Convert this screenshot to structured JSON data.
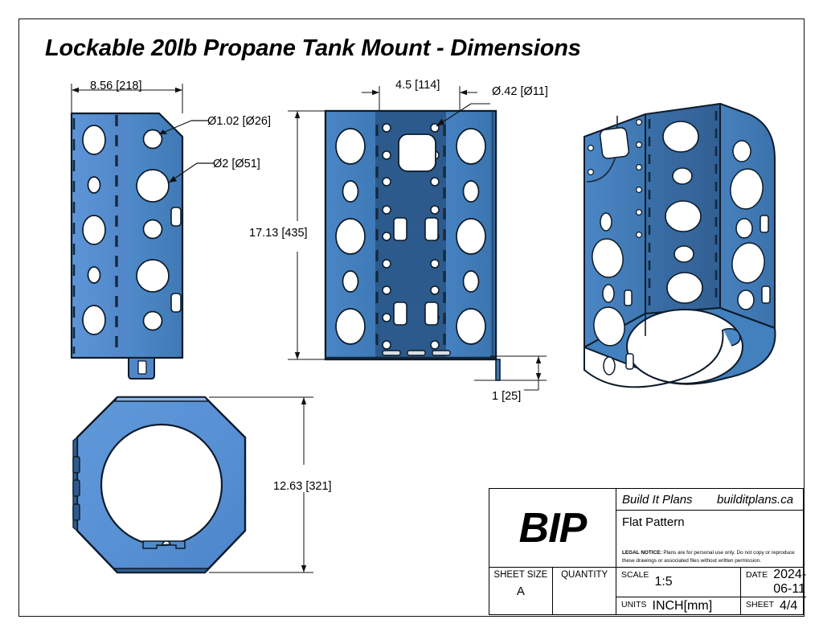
{
  "sheet": {
    "title": "Lockable 20lb Propane Tank Mount - Dimensions"
  },
  "dimensions": {
    "width_top_left": "8.56 [218]",
    "hole_large_callout": "Ø1.02 [Ø26]",
    "hole_xl_callout": "Ø2 [Ø51]",
    "center_width": "4.5 [114]",
    "hole_small_callout": "Ø.42 [Ø11]",
    "height_overall": "17.13 [435]",
    "tab_height": "1 [25]",
    "ring_diameter": "12.63 [321]"
  },
  "title_block": {
    "logo": "BIP",
    "company": "Build It Plans",
    "website": "builditplans.ca",
    "description": "Flat Pattern",
    "legal_label": "LEGAL NOTICE:",
    "legal_text": " Plans are for personal use only. Do not copy or reproduce these drawings or associated files without written permission.",
    "sheet_size_label": "SHEET SIZE",
    "sheet_size_value": "A",
    "quantity_label": "QUANTITY",
    "quantity_value": "",
    "scale_label": "SCALE",
    "scale_value": "1:5",
    "date_label": "DATE",
    "date_value": "2024-06-11",
    "units_label": "UNITS",
    "units_value": "INCH[mm]",
    "sheet_label": "SHEET",
    "sheet_value": "4/4"
  },
  "colors": {
    "panel_light": "#5b93d6",
    "panel_mid": "#3d7ab5",
    "panel_dark": "#2b5584",
    "outline": "#0d1b2a",
    "paper": "#ffffff"
  },
  "views": {
    "side_view": "side-panel-flat-view",
    "front_view": "main-flat-pattern-view",
    "ring_view": "octagonal-collar-view",
    "iso_view": "isometric-assembly-view"
  }
}
